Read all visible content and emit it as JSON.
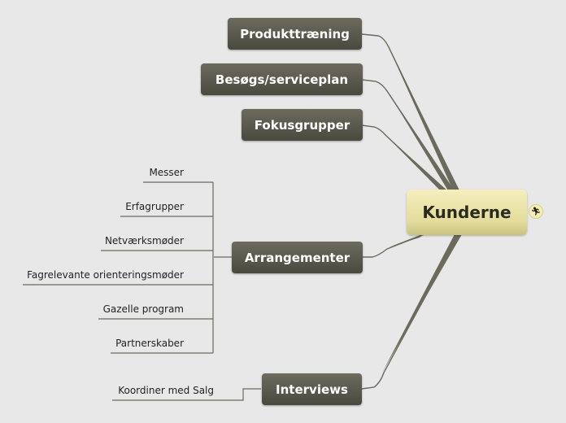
{
  "central": {
    "label": "Kunderne",
    "badge_icon": "person-run-icon"
  },
  "branches": [
    {
      "label": "Produkttræning"
    },
    {
      "label": "Besøgs/serviceplan"
    },
    {
      "label": "Fokusgrupper"
    },
    {
      "label": "Arrangementer",
      "children": [
        "Messer",
        "Erfagrupper",
        "Netværksmøder",
        "Fagrelevante orienteringsmøder",
        "Gazelle program",
        "Partnerskaber"
      ]
    },
    {
      "label": "Interviews",
      "children": [
        "Koordiner med Salg"
      ]
    }
  ],
  "colors": {
    "background": "#e8e8e8",
    "branch": "#5b5a4e",
    "central": "#ece6a8",
    "connector": "#6b6a5c"
  }
}
